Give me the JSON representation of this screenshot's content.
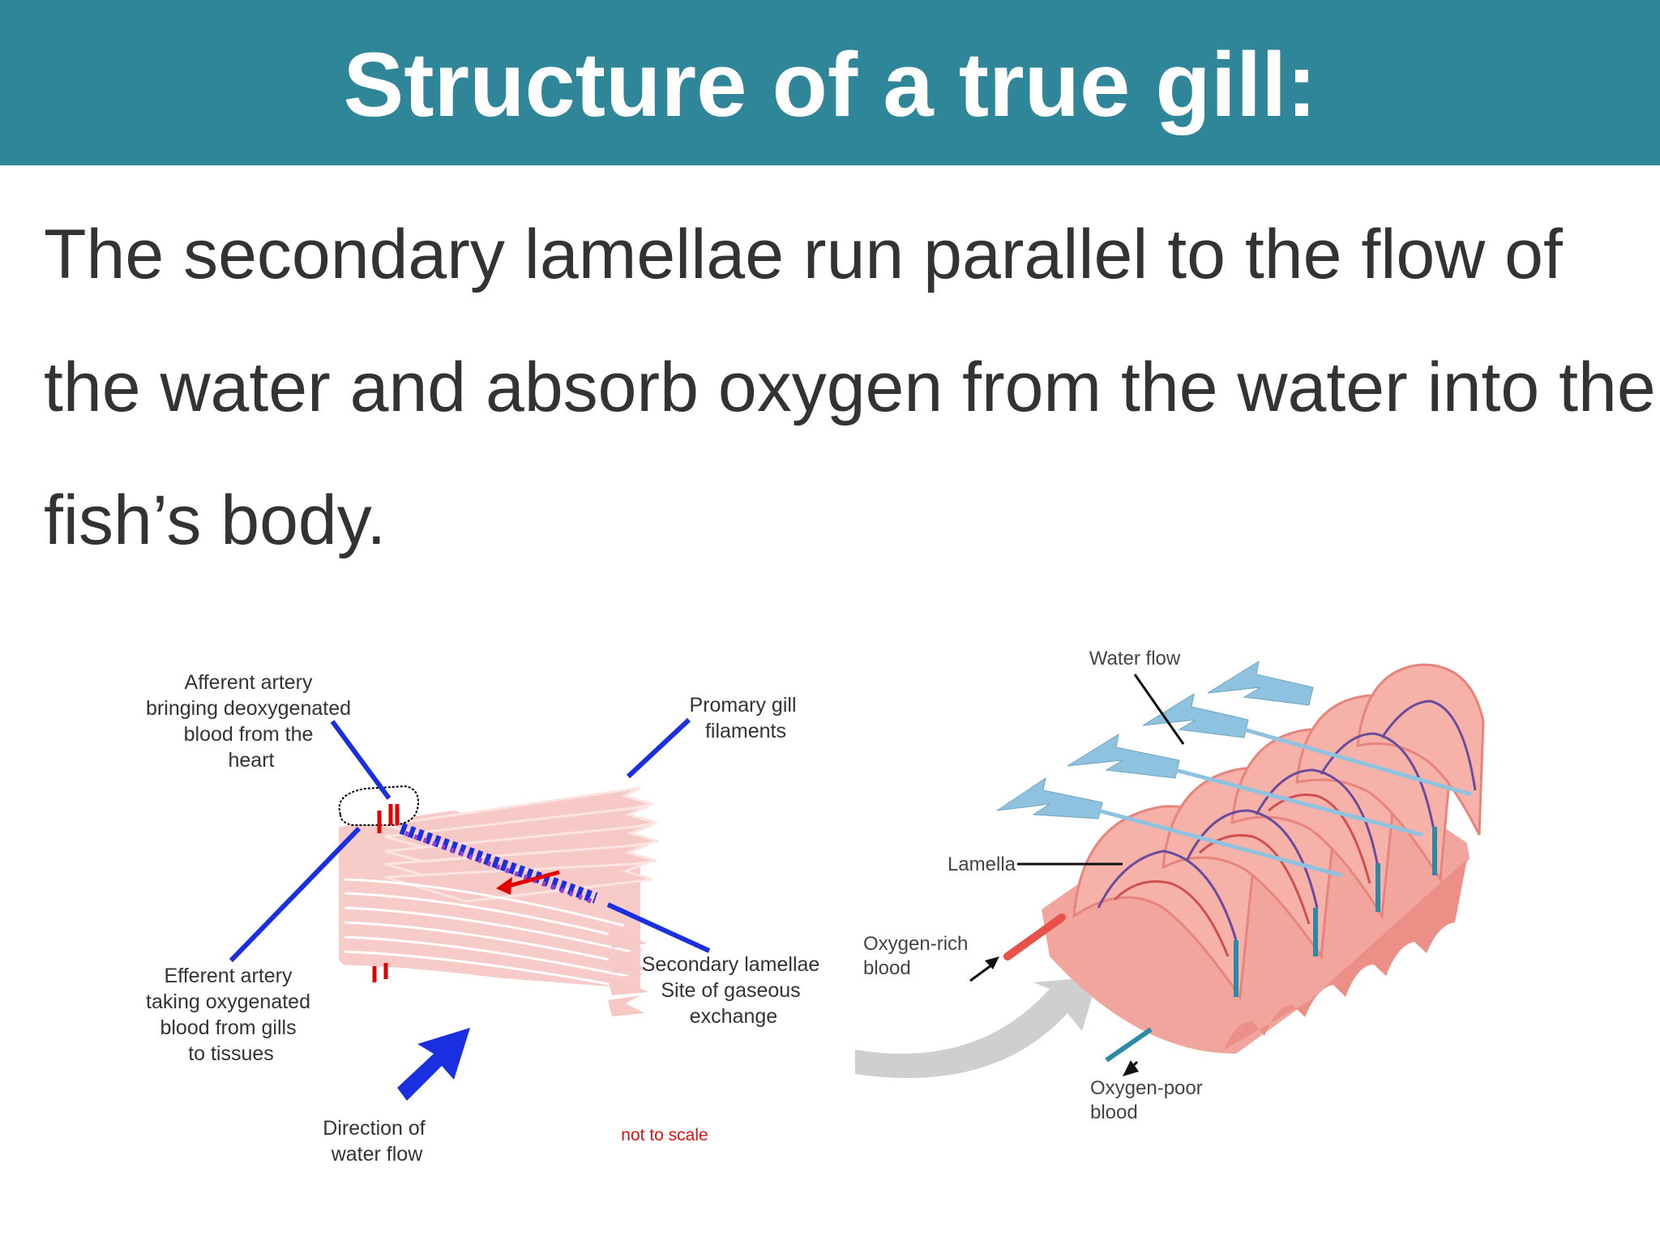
{
  "slide": {
    "title": "Structure of a true gill:",
    "body_text": "The secondary lamellae run parallel to the flow of the water and absorb oxygen from the water into the fish’s body."
  },
  "figure_left": {
    "afferent": [
      "Afferent artery",
      "bringing deoxygenated",
      "blood from the",
      "heart"
    ],
    "primary": [
      "Promary gill",
      "filaments"
    ],
    "efferent": [
      "Efferent artery",
      "taking oxygenated",
      "blood from gills",
      "to tissues"
    ],
    "secondary": [
      "Secondary lamellae",
      "Site of gaseous",
      "exchange"
    ],
    "direction": [
      "Direction of",
      "water flow"
    ],
    "scale_note": "not to scale"
  },
  "figure_right": {
    "water_flow": "Water flow",
    "lamella": "Lamella",
    "oxygen_rich": [
      "Oxygen-rich",
      "blood"
    ],
    "oxygen_poor": [
      "Oxygen-poor",
      "blood"
    ]
  },
  "colors": {
    "header_bg": "#2f8699",
    "title_text": "#ffffff",
    "body_text": "#333333",
    "leader_blue": "#1a2fe0",
    "lamella_pink": "#f6c9c6",
    "artery_red": "#e00000",
    "flow_arrow_blue": "#8fc2de",
    "scale_note_red": "#dd1111"
  }
}
